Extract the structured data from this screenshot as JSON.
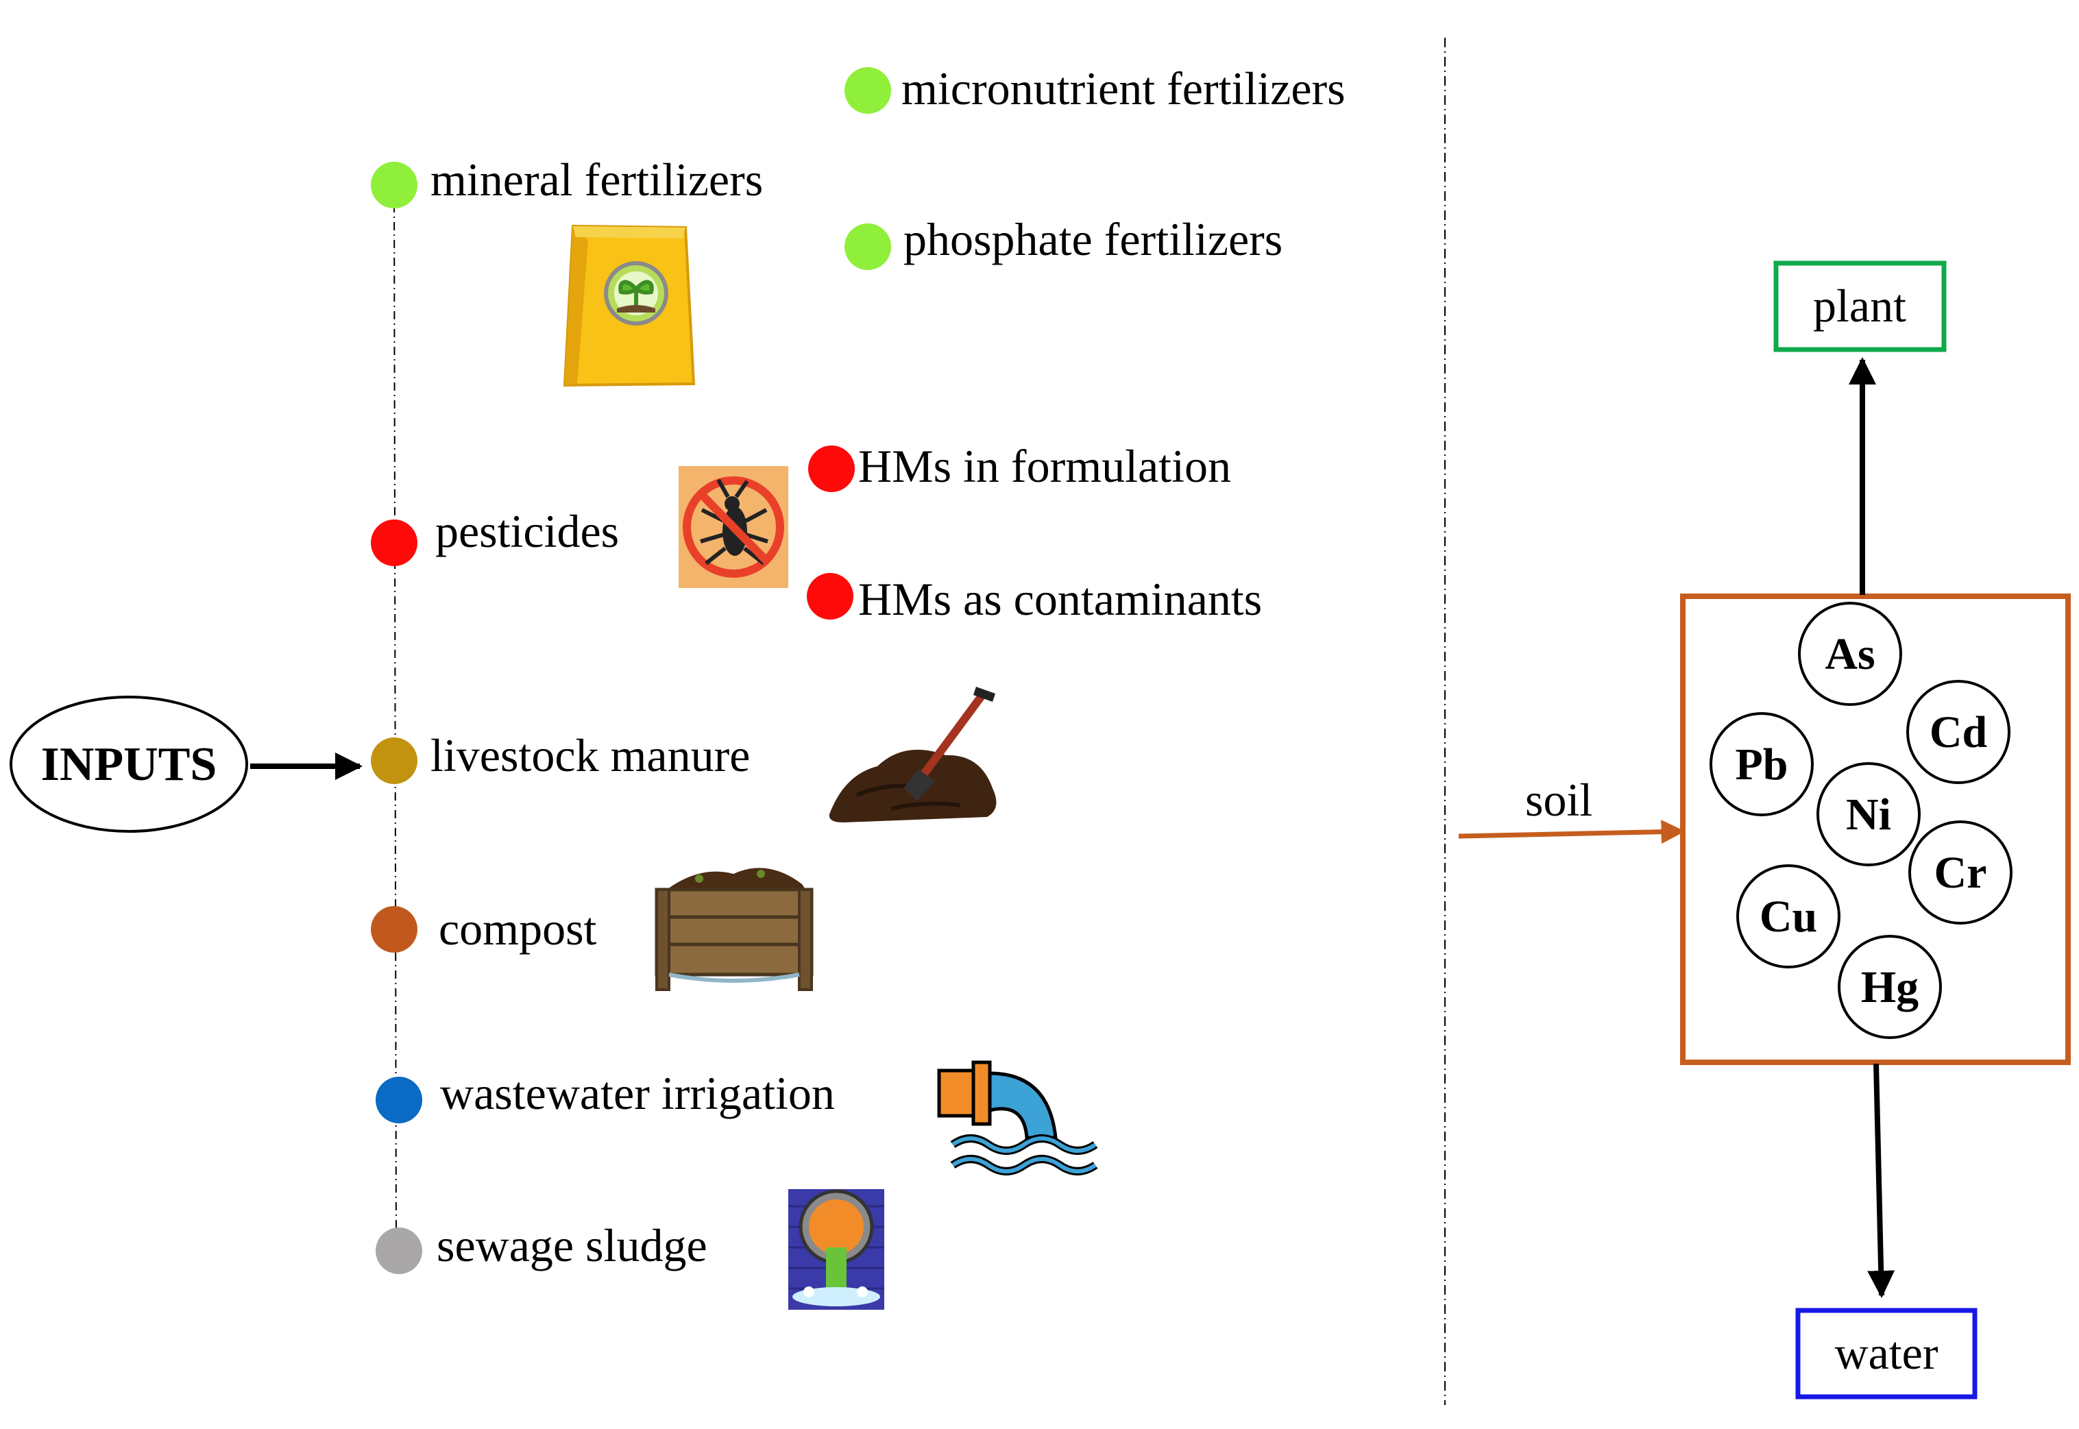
{
  "inputs_label": "INPUTS",
  "items": [
    {
      "label": "mineral fertilizers",
      "dot": "#8fef3b",
      "icon": "fertilizer-bag-icon"
    },
    {
      "label": "pesticides",
      "dot": "#ff0a0a",
      "icon": "no-insect-icon"
    },
    {
      "label": "livestock manure",
      "dot": "#c1930f",
      "icon": "manure-shovel-icon"
    },
    {
      "label": "compost",
      "dot": "#c1591e",
      "icon": "compost-bin-icon"
    },
    {
      "label": "wastewater irrigation",
      "dot": "#0a6bc4",
      "icon": "drain-pipe-icon"
    },
    {
      "label": "sewage sludge",
      "dot": "#a9a7a8",
      "icon": "sewage-outlet-icon"
    }
  ],
  "sub_items": [
    {
      "label": "micronutrient fertilizers",
      "dot": "#8fef3b"
    },
    {
      "label": "phosphate fertilizers",
      "dot": "#8fef3b"
    },
    {
      "label": "HMs in formulation",
      "dot": "#ff0a0a"
    },
    {
      "label": "HMs as contaminants",
      "dot": "#ff0a0a"
    }
  ],
  "soil_label": "soil",
  "plant_label": "plant",
  "water_label": "water",
  "heavy_metals": [
    "As",
    "Cd",
    "Pb",
    "Ni",
    "Cr",
    "Cu",
    "Hg"
  ],
  "colors": {
    "soil": "#c65d1e",
    "plant": "#11a84a",
    "water": "#1717e6",
    "arrow": "#000000"
  }
}
